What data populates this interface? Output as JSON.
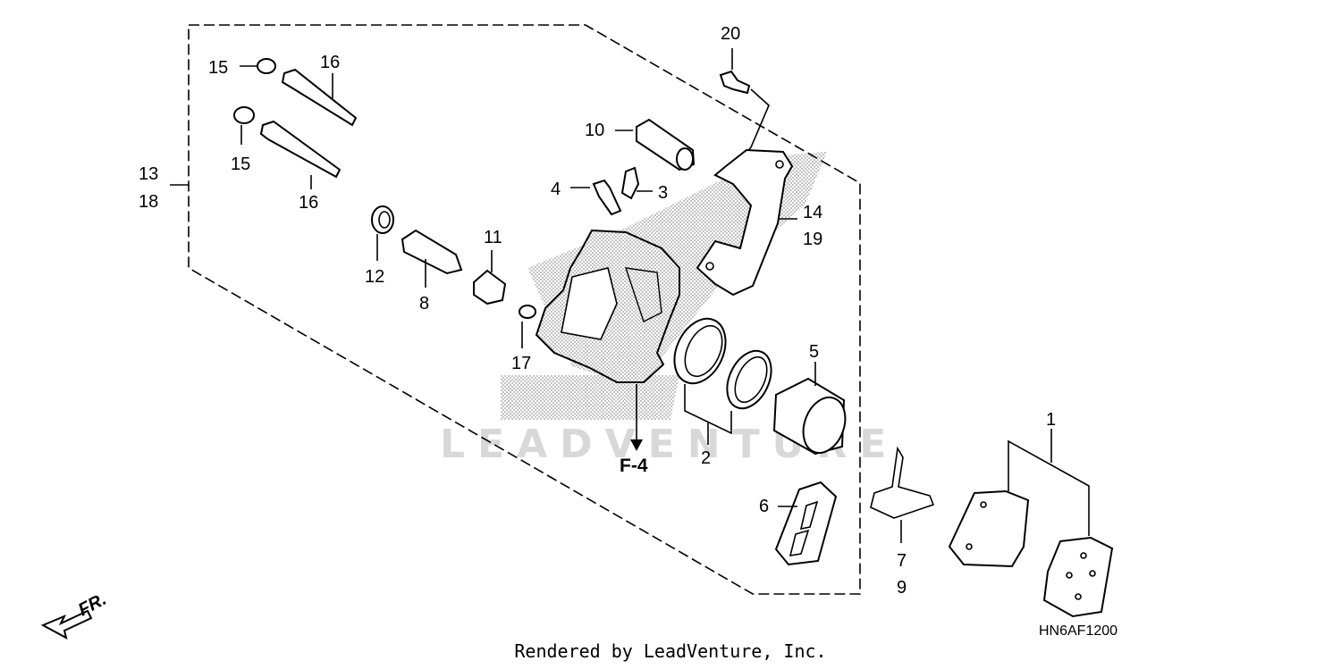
{
  "diagram": {
    "drawing_code": "HN6AF1200",
    "watermark": "LEADVENTURE",
    "credit": "Rendered by LeadVenture, Inc.",
    "front_arrow_label": "FR.",
    "callouts": {
      "c1": "1",
      "c2": "2",
      "c3": "3",
      "c4": "4",
      "c5": "5",
      "c6": "6",
      "c7": "7",
      "c9": "9",
      "c8": "8",
      "c10": "10",
      "c11": "11",
      "c12": "12",
      "c13": "13",
      "c18": "18",
      "c14": "14",
      "c19": "19",
      "c15a": "15",
      "c15b": "15",
      "c16a": "16",
      "c16b": "16",
      "c17": "17",
      "c20": "20",
      "ref": "F-4"
    }
  }
}
